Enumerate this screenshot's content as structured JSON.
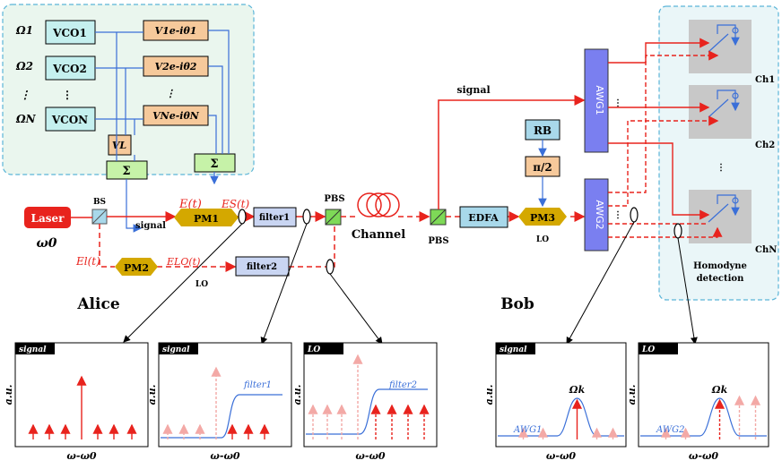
{
  "alice": {
    "label": "Alice",
    "freqs": [
      "Ω1",
      "Ω2",
      "⋮",
      "ΩN"
    ],
    "vcos": [
      "VCO1",
      "VCO2",
      "⋮",
      "VCON"
    ],
    "mods": [
      "V1e-iθ1",
      "V2e-iθ2",
      "⋮",
      "VNe-iθN"
    ],
    "vl": "VL",
    "sigma": "Σ",
    "laser": "Laser",
    "omega0": "ω0",
    "bs": "BS",
    "pm1": "PM1",
    "pm2": "PM2",
    "filter1": "filter1",
    "filter2": "filter2",
    "pbs": "PBS",
    "et": "E(t)",
    "est": "ES(t)",
    "elt": "El(t)",
    "elot": "ELO(t)",
    "signal": "signal",
    "lo": "LO"
  },
  "channel": {
    "label": "Channel",
    "pbs": "PBS"
  },
  "bob": {
    "label": "Bob",
    "signal": "signal",
    "edfa": "EDFA",
    "rb": "RB",
    "pi2": "π/2",
    "pm3": "PM3",
    "lo": "LO",
    "awg1": "AWG1",
    "awg2": "AWG2",
    "channels": [
      "Ch1",
      "Ch2",
      "⋮",
      "ChN"
    ],
    "homodyne": [
      "Homodyne",
      "detection"
    ]
  },
  "plots": [
    {
      "tag": "signal",
      "ylabel": "a.u.",
      "xlabel": "ω-ω0",
      "curve": ""
    },
    {
      "tag": "signal",
      "ylabel": "a.u.",
      "xlabel": "ω-ω0",
      "curve": "filter1"
    },
    {
      "tag": "LO",
      "ylabel": "a.u.",
      "xlabel": "ω-ω0",
      "curve": "filter2"
    },
    {
      "tag": "signal",
      "ylabel": "a.u.",
      "xlabel": "ω-ω0",
      "curve": "AWG1",
      "peak": "Ωk"
    },
    {
      "tag": "LO",
      "ylabel": "a.u.",
      "xlabel": "ω-ω0",
      "curve": "AWG2",
      "peak": "Ωk"
    }
  ],
  "colors": {
    "vco": "#c5f0ef",
    "mod": "#f6c99b",
    "sigma": "#c6f2a8",
    "laser": "#e8231d",
    "pm": "#d4a800",
    "filter": "#c9d5f2",
    "awg": "#7a7ff0",
    "red": "#e8231d",
    "blue": "#3a6fd8"
  }
}
